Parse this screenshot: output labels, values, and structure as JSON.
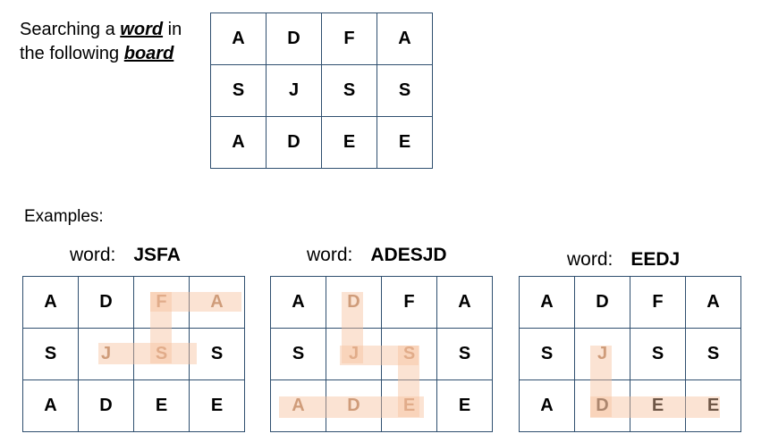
{
  "intro": {
    "line1_pre": "Searching a ",
    "line1_em": "word",
    "line1_post": " in",
    "line2_pre": "the following ",
    "line2_em": "board"
  },
  "examples_label": "Examples:",
  "word_prefix": "word:",
  "board": [
    [
      "A",
      "D",
      "F",
      "A"
    ],
    [
      "S",
      "J",
      "S",
      "S"
    ],
    [
      "A",
      "D",
      "E",
      "E"
    ]
  ],
  "examples": [
    {
      "word": "JSFA",
      "board": [
        [
          "A",
          "D",
          "F",
          "A"
        ],
        [
          "S",
          "J",
          "S",
          "S"
        ],
        [
          "A",
          "D",
          "E",
          "E"
        ]
      ]
    },
    {
      "word": "ADESJD",
      "board": [
        [
          "A",
          "D",
          "F",
          "A"
        ],
        [
          "S",
          "J",
          "S",
          "S"
        ],
        [
          "A",
          "D",
          "E",
          "E"
        ]
      ]
    },
    {
      "word": "EEDJ",
      "board": [
        [
          "A",
          "D",
          "F",
          "A"
        ],
        [
          "S",
          "J",
          "S",
          "S"
        ],
        [
          "A",
          "D",
          "E",
          "E"
        ]
      ]
    }
  ],
  "colors": {
    "grid": "#2f4f6f",
    "highlight": "#f7c19e"
  }
}
